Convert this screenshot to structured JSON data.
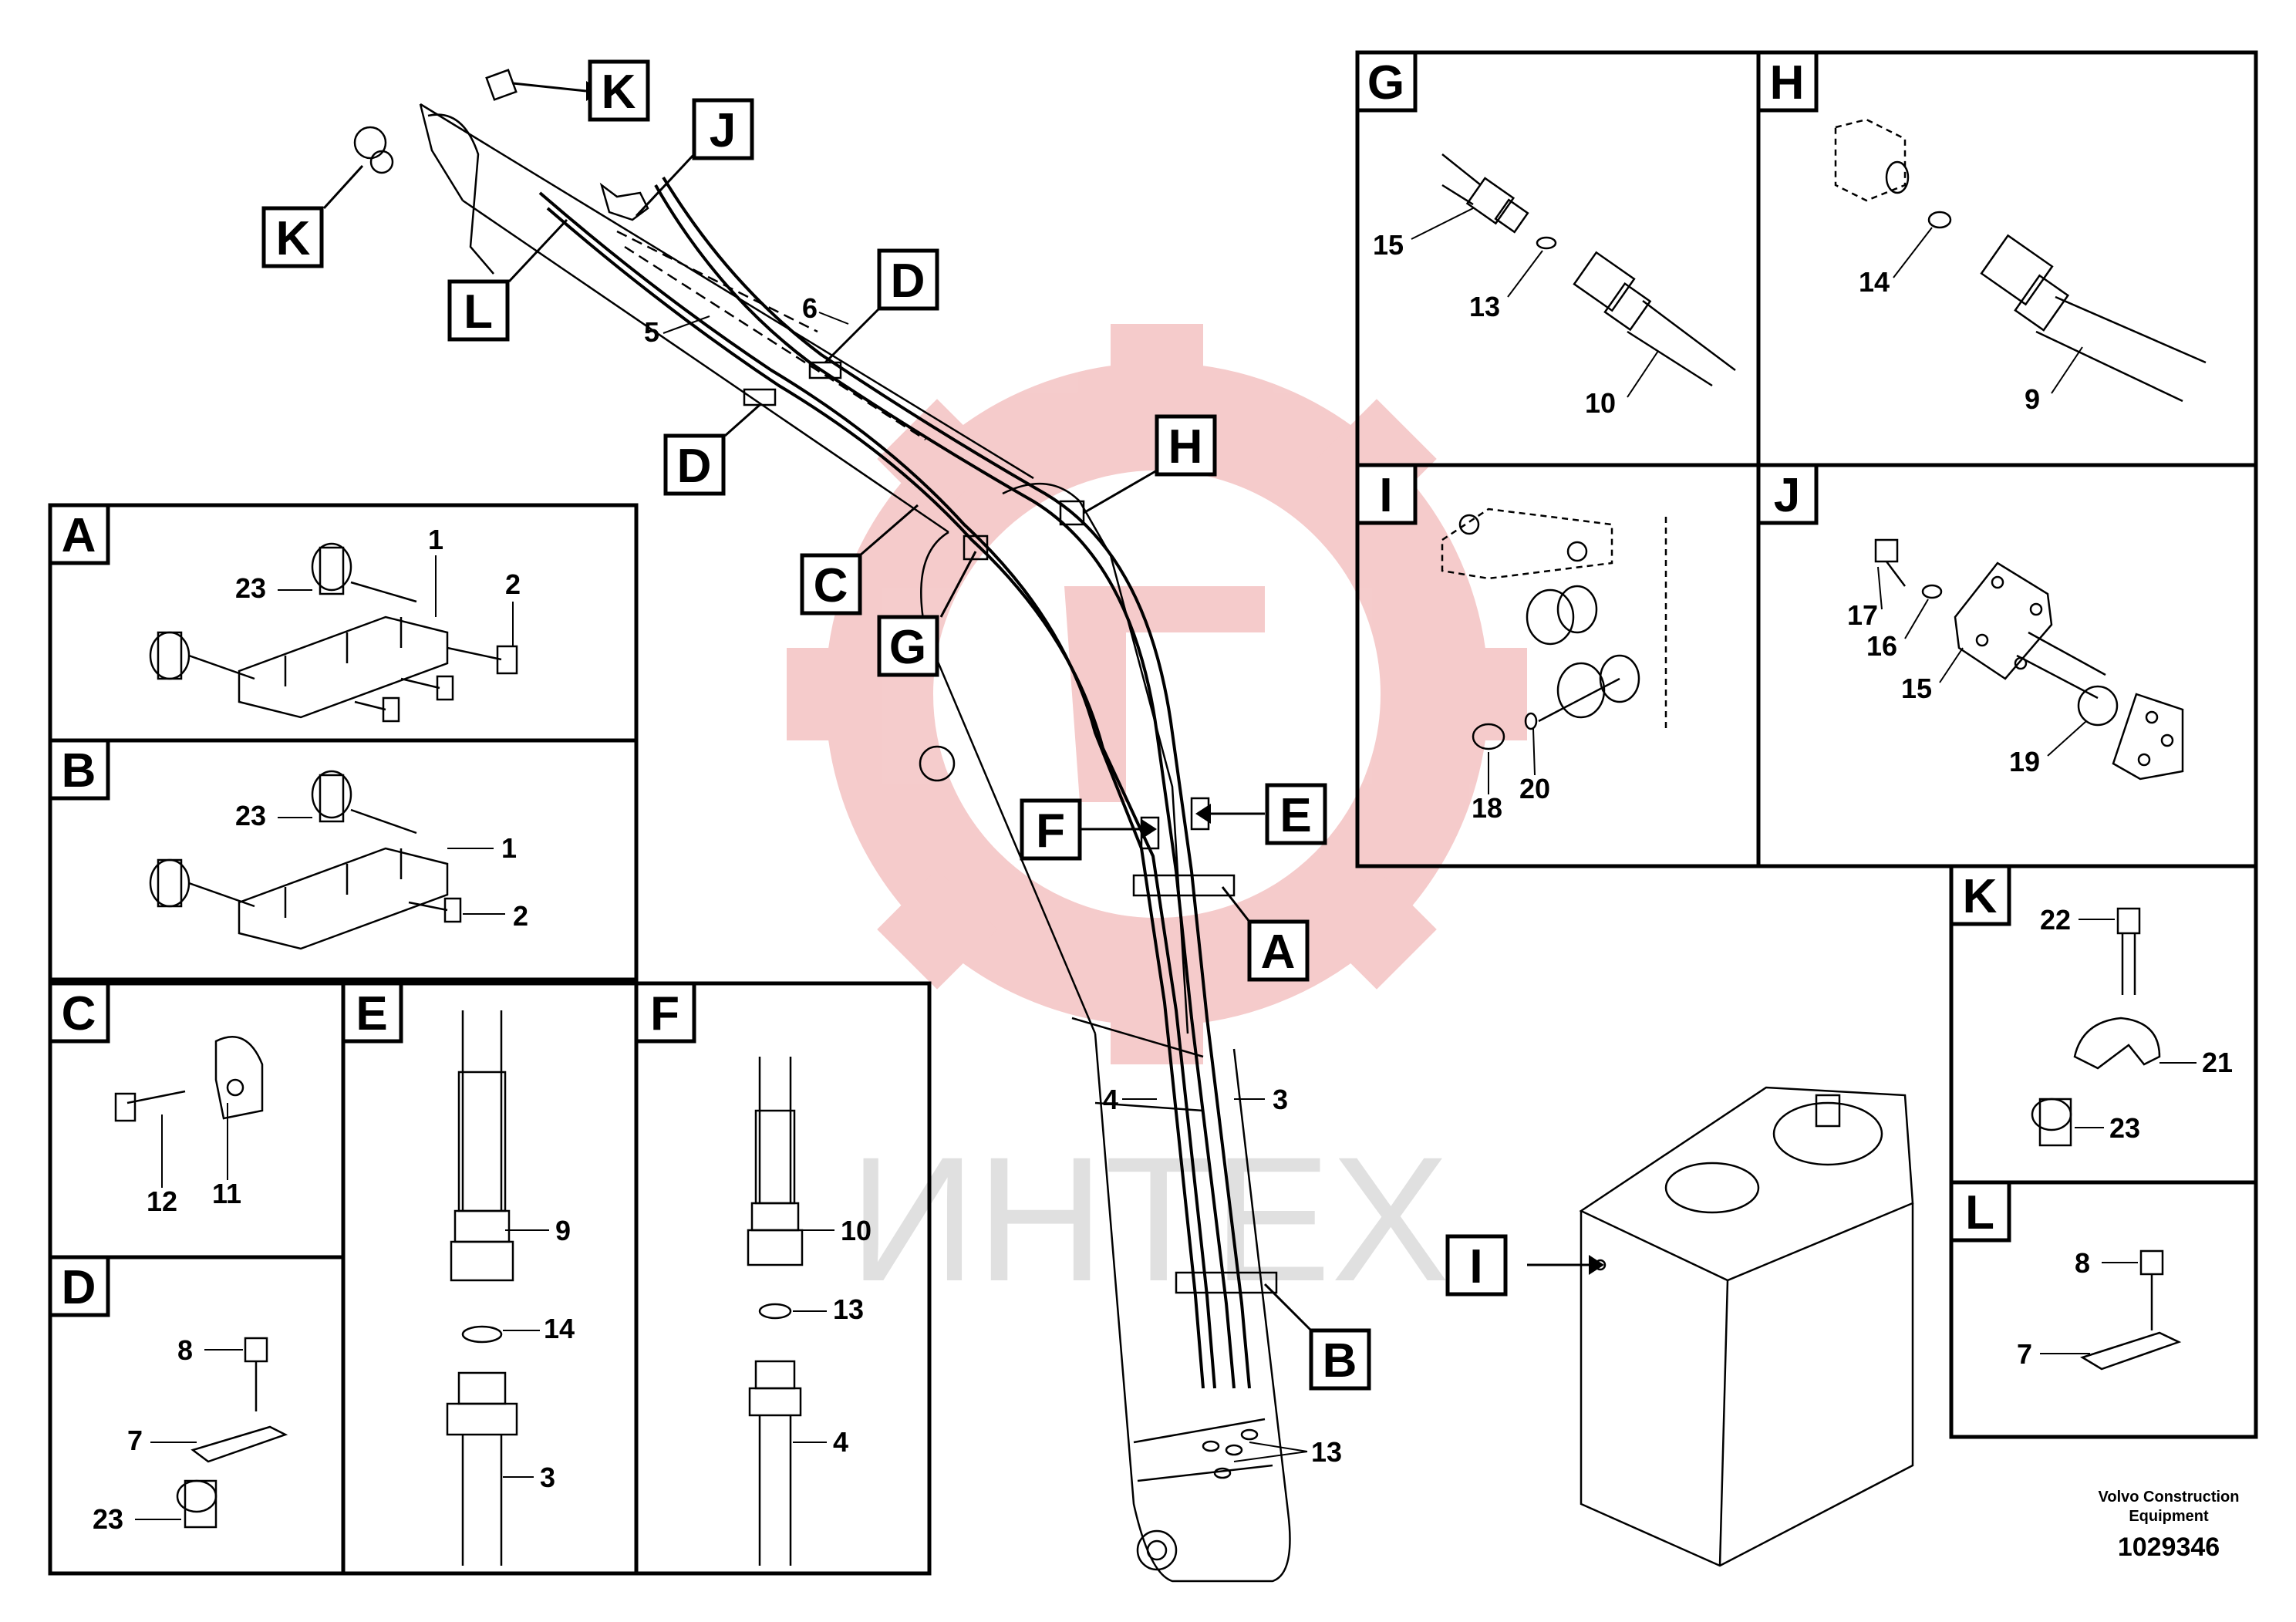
{
  "watermark": {
    "text": "ИНТЕХ",
    "color": "#e0e0e0",
    "gear_color": "#f4c6c6"
  },
  "callouts": {
    "A": "A",
    "B": "B",
    "C": "C",
    "D": "D",
    "E": "E",
    "F": "F",
    "G": "G",
    "H": "H",
    "I": "I",
    "J": "J",
    "K": "K",
    "L": "L"
  },
  "main_labels": {
    "n3": "3",
    "n4": "4",
    "n5": "5",
    "n6": "6",
    "n13": "13"
  },
  "panels": {
    "A": {
      "letter": "A",
      "labels": [
        "23",
        "1",
        "2"
      ]
    },
    "B": {
      "letter": "B",
      "labels": [
        "23",
        "1",
        "2"
      ]
    },
    "C": {
      "letter": "C",
      "labels": [
        "12",
        "11"
      ]
    },
    "D": {
      "letter": "D",
      "labels": [
        "8",
        "7",
        "23"
      ]
    },
    "E": {
      "letter": "E",
      "labels": [
        "9",
        "14",
        "3"
      ]
    },
    "F": {
      "letter": "F",
      "labels": [
        "10",
        "13",
        "4"
      ]
    },
    "G": {
      "letter": "G",
      "labels": [
        "15",
        "13",
        "10"
      ]
    },
    "H": {
      "letter": "H",
      "labels": [
        "14",
        "9"
      ]
    },
    "I": {
      "letter": "I",
      "labels": [
        "18",
        "20"
      ]
    },
    "J": {
      "letter": "J",
      "labels": [
        "17",
        "16",
        "15",
        "19"
      ]
    },
    "K": {
      "letter": "K",
      "labels": [
        "22",
        "21",
        "23"
      ]
    },
    "L": {
      "letter": "L",
      "labels": [
        "8",
        "7"
      ]
    }
  },
  "footer": {
    "company_line1": "Volvo Construction",
    "company_line2": "Equipment",
    "part_number": "1029346"
  }
}
